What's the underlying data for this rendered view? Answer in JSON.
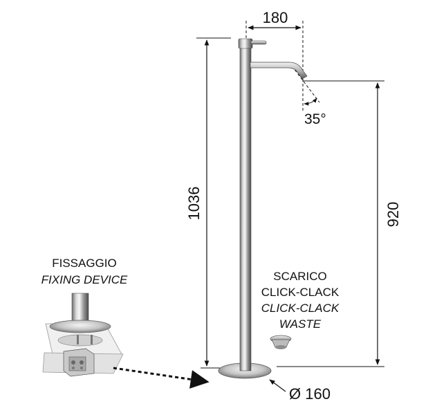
{
  "dimensions": {
    "spout_reach": "180",
    "total_height": "1036",
    "spout_height": "920",
    "spout_angle": "35°",
    "base_diameter": "Ø 160"
  },
  "fixing": {
    "label_it": "FISSAGGIO",
    "label_en": "FIXING DEVICE"
  },
  "waste": {
    "label_it_1": "SCARICO",
    "label_it_2": "CLICK-CLACK",
    "label_en_1": "CLICK-CLACK",
    "label_en_2": "WASTE"
  }
}
